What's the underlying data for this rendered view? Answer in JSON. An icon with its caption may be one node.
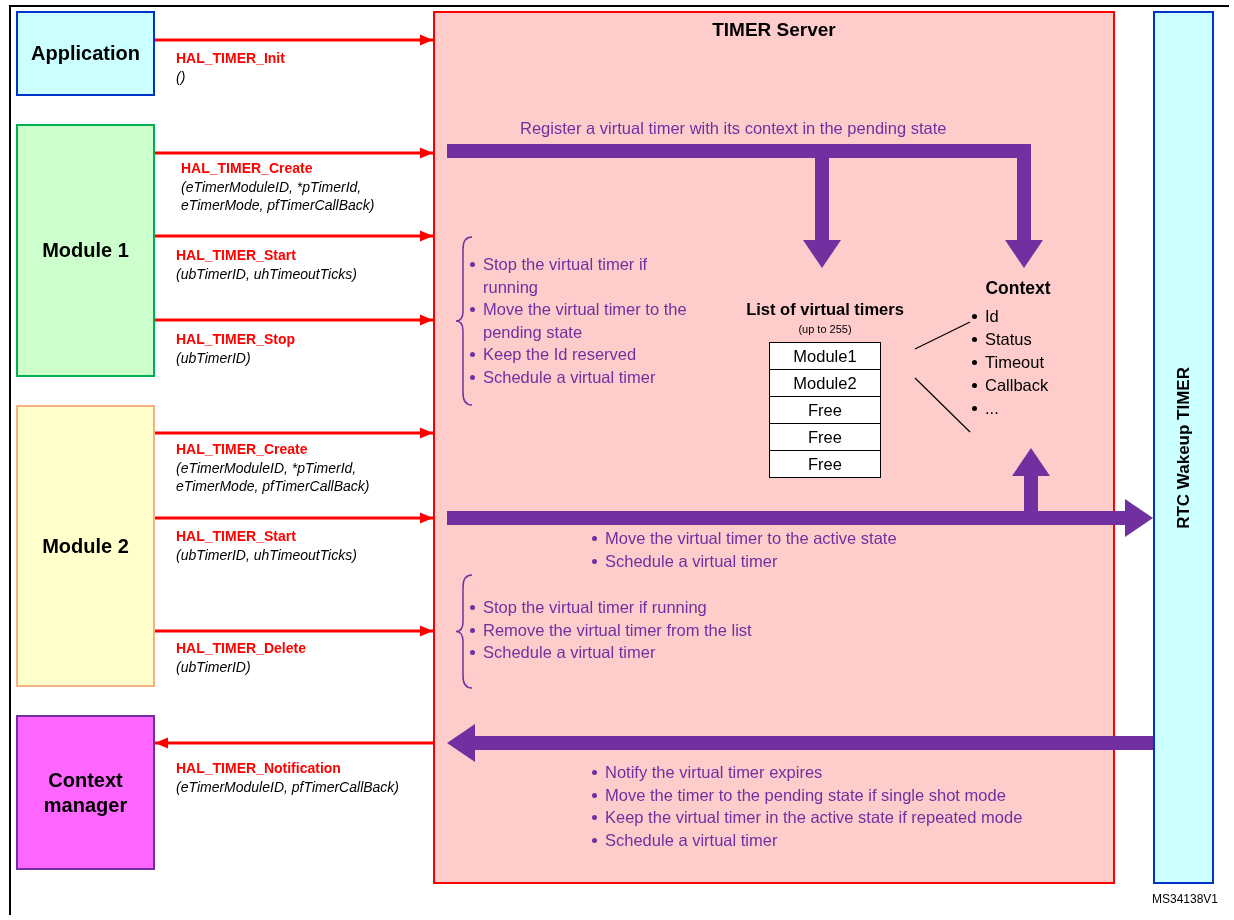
{
  "diagram": {
    "nodes": [
      {
        "text": [
          "Application"
        ]
      },
      {
        "text": [
          "Module 1"
        ]
      },
      {
        "text": [
          "Module 2"
        ]
      },
      {
        "text": [
          "Context manager"
        ]
      },
      {
        "text": [
          "TIMER Server"
        ]
      },
      {
        "text": [
          "RTC Wakeup TIMER"
        ]
      },
      {
        "text": [
          "List of virtual timers",
          "(up to 255)",
          "Module1",
          "Module2",
          "Free",
          "Free",
          "Free"
        ],
        "in": 4
      },
      {
        "text": [
          "Context",
          "Id",
          "Status",
          "Timeout",
          "Callback",
          "..."
        ],
        "in": 4
      }
    ],
    "edges": [
      {
        "from": 0,
        "to": 4,
        "arrow": "to",
        "label": "HAL_TIMER_Init"
      },
      {
        "from": 1,
        "to": 4,
        "arrow": "to",
        "label": "HAL_TIMER_Create"
      },
      {
        "from": 1,
        "to": 4,
        "arrow": "to",
        "label": "HAL_TIMER_Start"
      },
      {
        "from": 1,
        "to": 4,
        "arrow": "to",
        "label": "HAL_TIMER_Stop"
      },
      {
        "from": 2,
        "to": 4,
        "arrow": "to",
        "label": "HAL_TIMER_Create"
      },
      {
        "from": 2,
        "to": 4,
        "arrow": "to",
        "label": "HAL_TIMER_Start"
      },
      {
        "from": 2,
        "to": 4,
        "arrow": "to",
        "label": "HAL_TIMER_Delete"
      },
      {
        "from": 4,
        "to": 3,
        "arrow": "to",
        "label": "HAL_TIMER_Notification"
      },
      {
        "from": 4,
        "to": 6,
        "arrow": "to",
        "style": "thick",
        "color": "#7030a0",
        "label": "Register a virtual timer with its context in the pending state"
      },
      {
        "from": 4,
        "to": 7,
        "arrow": "to",
        "style": "thick",
        "color": "#7030a0"
      },
      {
        "from": 4,
        "to": 5,
        "arrow": "to",
        "style": "thick",
        "color": "#7030a0"
      },
      {
        "from": 4,
        "to": 7,
        "arrow": "to",
        "style": "thick",
        "color": "#7030a0"
      },
      {
        "from": 5,
        "to": 4,
        "arrow": "to",
        "style": "thick",
        "color": "#7030a0"
      },
      {
        "from": 6,
        "to": 7,
        "arrow": "none",
        "color": "#000000"
      },
      {
        "from": 6,
        "to": 7,
        "arrow": "none",
        "color": "#000000"
      }
    ],
    "labels": [
      "()",
      "(eTimerModuleID, *pTimerId, eTimerMode, pfTimerCallBack)",
      "(ubTimerID, uhTimeoutTicks)",
      "(ubTimerID)",
      "Stop the virtual timer if running",
      "Move the virtual timer to the pending state",
      "Keep the Id reserved",
      "Schedule a virtual timer",
      "(eTimerModuleID, *pTimerId, eTimerMode, pfTimerCallBack)",
      "(ubTimerID, uhTimeoutTicks)",
      "Move the virtual timer to the active state",
      "Schedule a virtual timer",
      "(ubTimerID)",
      "Stop the virtual timer if running",
      "Remove the virtual timer from the list",
      "Schedule a virtual timer",
      "(eTimerModuleID, pfTimerCallBack)",
      "Notify the virtual timer expires",
      "Move the timer to the pending state if single shot mode",
      "Keep the virtual timer in the active state if repeated mode",
      "Schedule a virtual timer",
      "MS34138V1"
    ]
  }
}
